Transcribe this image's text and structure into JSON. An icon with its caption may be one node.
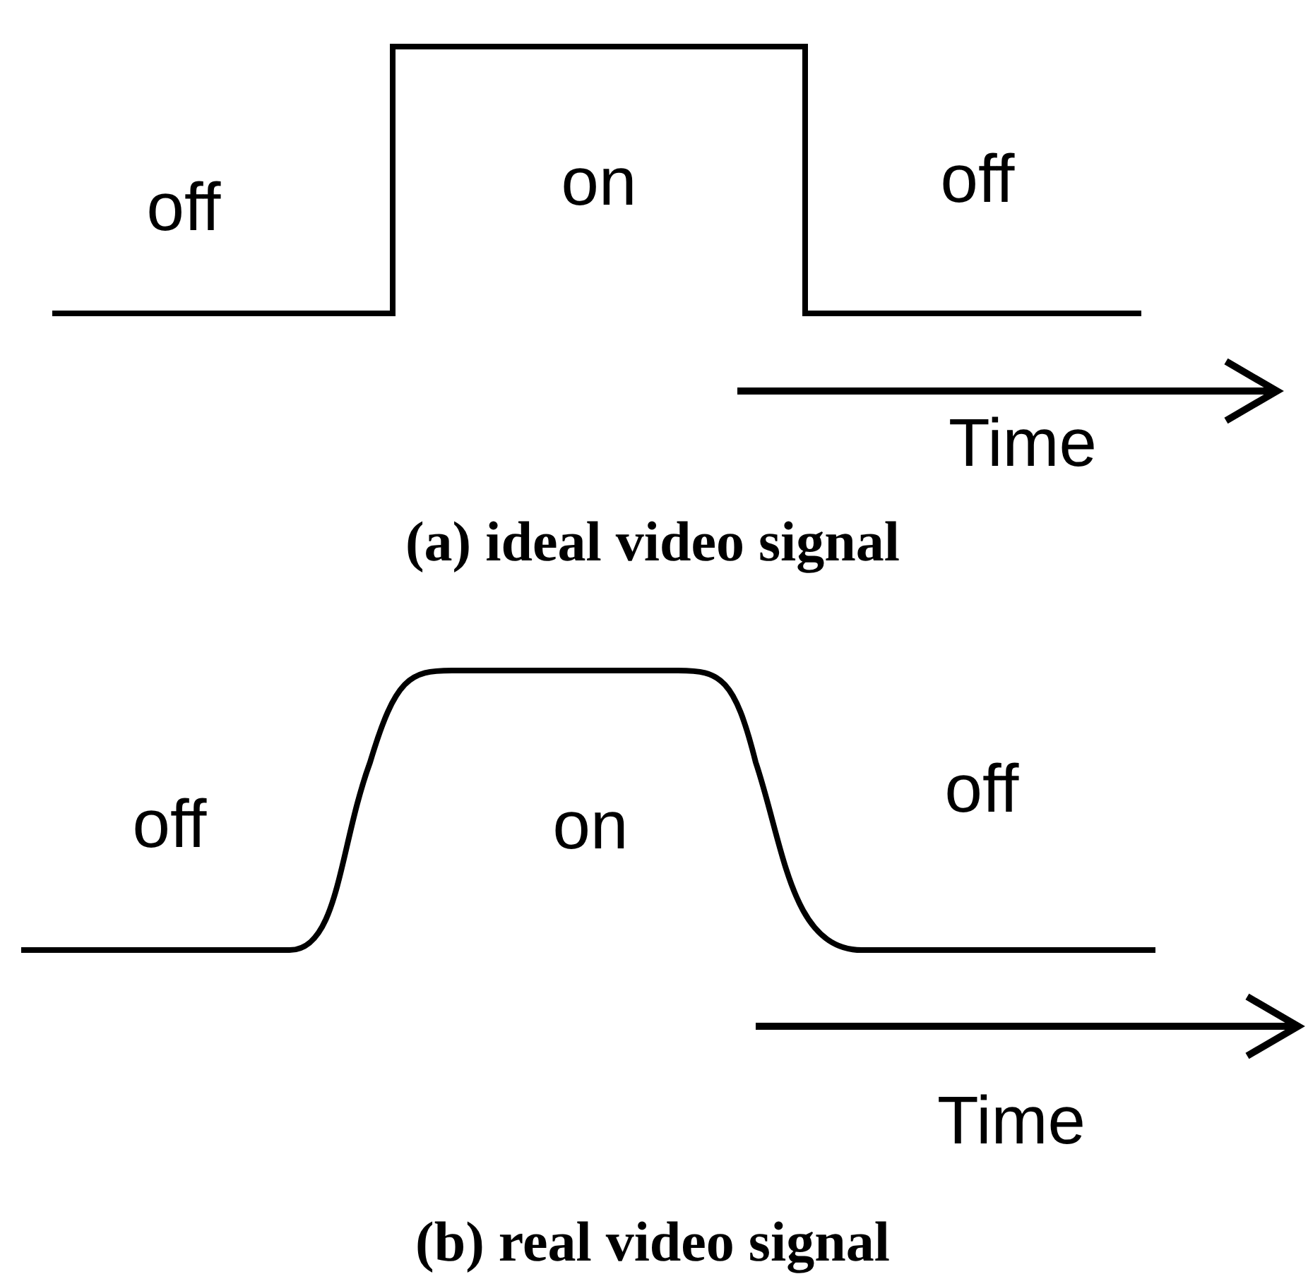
{
  "diagram": {
    "labels": [
      "off",
      "on",
      "off",
      "Time",
      "(a) ideal video signal",
      "off",
      "on",
      "off",
      "Time",
      "(b) real video signal"
    ]
  }
}
